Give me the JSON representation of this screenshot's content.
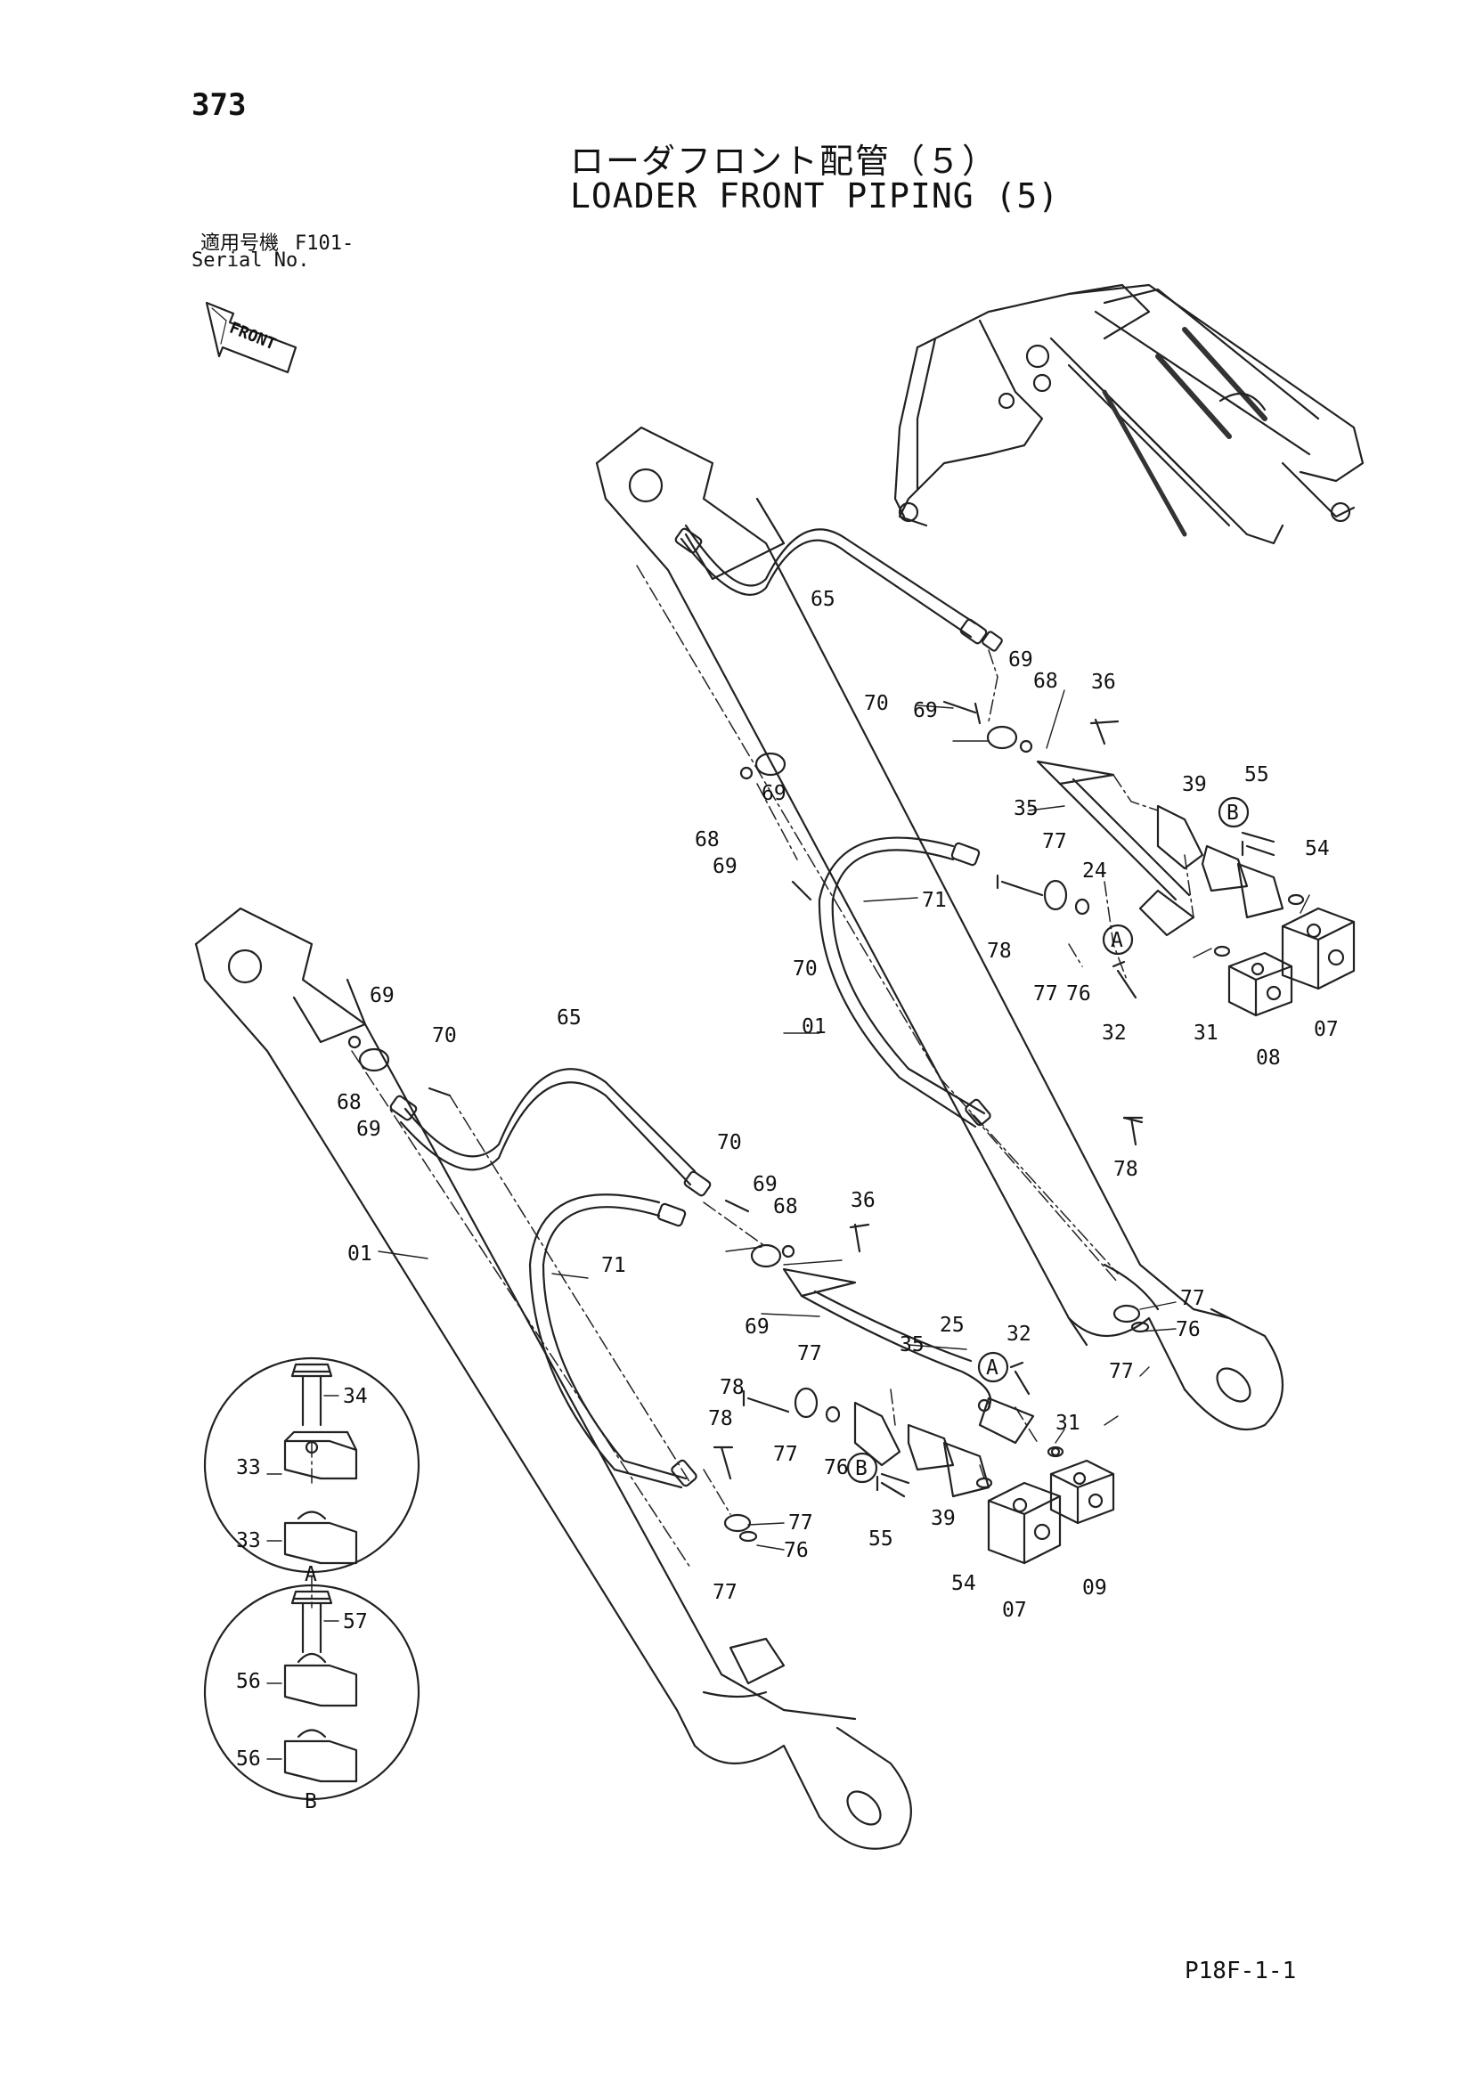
{
  "header": {
    "page_number": "373",
    "title_jp": "ローダフロント配管（５）",
    "title_en": "LOADER FRONT PIPING (5)",
    "serial_label_jp": "適用号機",
    "serial_value": "F101-",
    "serial_label_en": "Serial No."
  },
  "front_arrow": {
    "label": "FRONT"
  },
  "callouts": {
    "c01a": "01",
    "c01b": "01",
    "c07a": "07",
    "c07b": "07",
    "c08": "08",
    "c09": "09",
    "c24": "24",
    "c25": "25",
    "c31a": "31",
    "c31b": "31",
    "c32a": "32",
    "c32b": "32",
    "c33a": "33",
    "c33b": "33",
    "c34": "34",
    "c35a": "35",
    "c35b": "35",
    "c36a": "36",
    "c36b": "36",
    "c39a": "39",
    "c39b": "39",
    "c54a": "54",
    "c54b": "54",
    "c55a": "55",
    "c55b": "55",
    "c56a": "56",
    "c56b": "56",
    "c57": "57",
    "c65a": "65",
    "c65b": "65",
    "c68a": "68",
    "c68b": "68",
    "c68c": "68",
    "c68d": "68",
    "c69a": "69",
    "c69b": "69",
    "c69c": "69",
    "c69d": "69",
    "c69e": "69",
    "c69f": "69",
    "c69g": "69",
    "c69h": "69",
    "c70a": "70",
    "c70b": "70",
    "c70c": "70",
    "c70d": "70",
    "c71a": "71",
    "c71b": "71",
    "c76a": "76",
    "c76b": "76",
    "c76c": "76",
    "c76d": "76",
    "c77a": "77",
    "c77b": "77",
    "c77c": "77",
    "c77d": "77",
    "c77e": "77",
    "c77f": "77",
    "c77g": "77",
    "c77h": "77",
    "c78a": "78",
    "c78b": "78",
    "c78c": "78",
    "c78d": "78"
  },
  "markers": {
    "A": "A",
    "B": "B"
  },
  "footer": {
    "page_code": "P18F-1-1"
  }
}
